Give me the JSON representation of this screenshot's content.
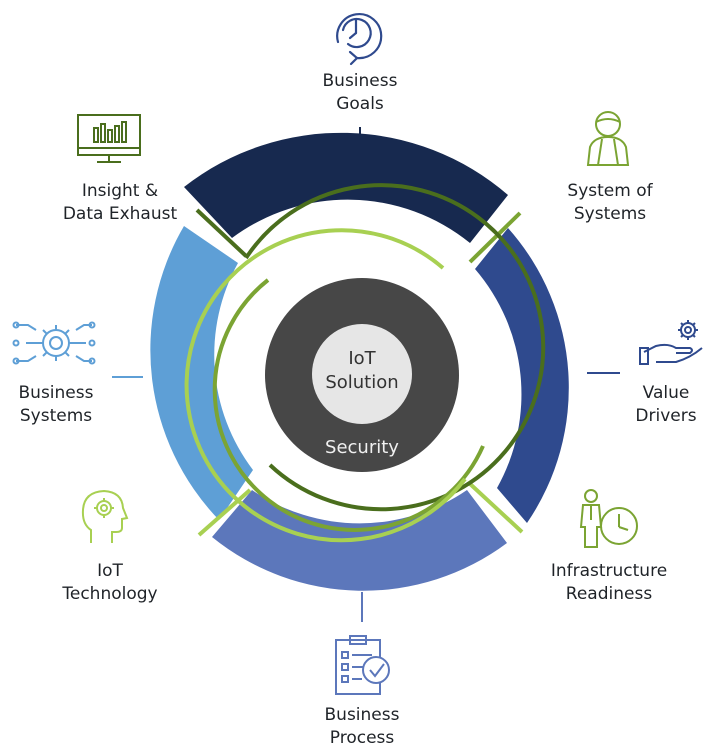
{
  "center": {
    "title_line1": "IoT",
    "title_line2": "Solution",
    "ring_label": "Security"
  },
  "labels": {
    "business_goals": [
      "Business",
      "Goals"
    ],
    "system_of_systems": [
      "System of",
      "Systems"
    ],
    "value_drivers": [
      "Value",
      "Drivers"
    ],
    "infrastructure_readiness": [
      "Infrastructure",
      "Readiness"
    ],
    "business_process": [
      "Business",
      "Process"
    ],
    "iot_technology": [
      "IoT",
      "Technology"
    ],
    "business_systems": [
      "Business",
      "Systems"
    ],
    "insight_data_exhaust": [
      "Insight &",
      "Data Exhaust"
    ]
  },
  "icons": {
    "business_goals": "clock-rotate-icon",
    "system_of_systems": "person-icon",
    "value_drivers": "hand-gear-icon",
    "infrastructure_readiness": "person-clock-icon",
    "business_process": "clipboard-check-icon",
    "iot_technology": "head-gear-icon",
    "business_systems": "gear-network-icon",
    "insight_data_exhaust": "monitor-chart-icon"
  },
  "colors": {
    "goals_arc": "#17294f",
    "value_arc": "#2f4a8e",
    "process_arc": "#5c77bb",
    "systems_arc": "#5e9fd6",
    "dark_green": "#4a6e1d",
    "mid_green": "#7ba433",
    "light_green": "#a8d052",
    "security_disc": "#474747",
    "solution_disc": "#e6e6e6"
  }
}
